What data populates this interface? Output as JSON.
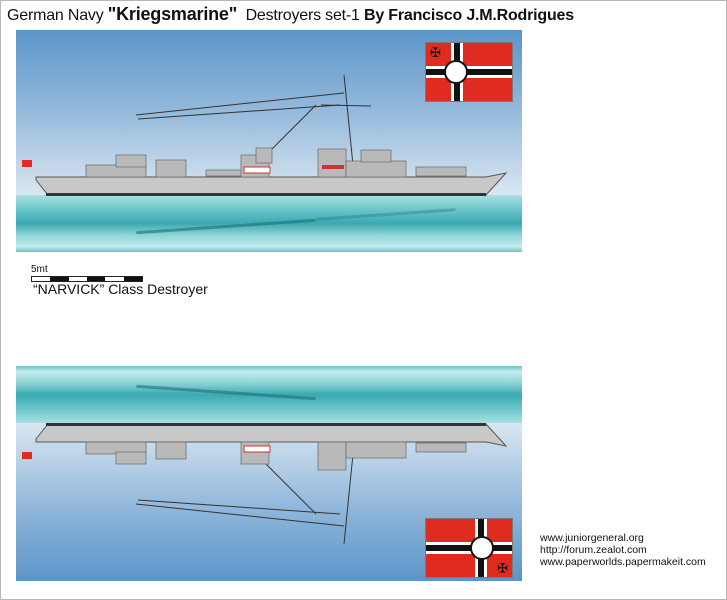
{
  "header": {
    "title_prefix": "German Navy ",
    "title_quoted": "\"Kriegsmarine\"",
    "title_middle": "  Destroyers set-1 ",
    "title_author": "By Francisco J.M.Rodrigues"
  },
  "scale_bar": {
    "label": "5mt",
    "segments": [
      "white",
      "black",
      "white",
      "black",
      "white",
      "black"
    ]
  },
  "ship": {
    "class_label": "“NARVICK” Class Destroyer"
  },
  "flags": {
    "top": {
      "name": "naval-ensign",
      "canton_glyph": "✠"
    },
    "bottom": {
      "name": "naval-ensign",
      "canton_glyph": "✠"
    }
  },
  "credits": {
    "lines": [
      "www.juniorgeneral.org",
      "http://forum.zealot.com",
      "www.paperworlds.papermakeit.com"
    ]
  },
  "colors": {
    "sky_dark": "#5b95c8",
    "sky_light": "#d9e6f1",
    "sea": "#3aa9b0",
    "hull": "#c8c8c8",
    "flag_red": "#e02b20"
  }
}
